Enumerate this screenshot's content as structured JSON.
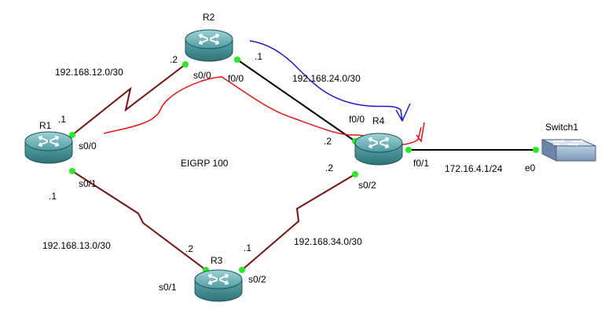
{
  "diagram": {
    "routers": [
      {
        "id": "R1",
        "label": "R1"
      },
      {
        "id": "R2",
        "label": "R2"
      },
      {
        "id": "R3",
        "label": "R3"
      },
      {
        "id": "R4",
        "label": "R4"
      }
    ],
    "switch": {
      "label": "Switch1"
    },
    "protocol_label": "EIGRP 100",
    "networks": {
      "r1_r2": "192.168.12.0/30",
      "r1_r3": "192.168.13.0/30",
      "r2_r4": "192.168.24.0/30",
      "r3_r4": "192.168.34.0/30",
      "r4_lan": "172.16.4.1/24"
    },
    "host_ids": {
      "r1_to_r2": ".1",
      "r1_to_r3": ".1",
      "r2_to_r1": ".2",
      "r2_to_r4": ".1",
      "r3_to_r1": ".2",
      "r3_to_r4": ".1",
      "r4_to_r2": ".2",
      "r4_to_r3": ".2"
    },
    "interfaces": {
      "r1_s00": "s0/0",
      "r1_s01": "s0/1",
      "r2_s00": "s0/0",
      "r2_f00": "f0/0",
      "r3_s01": "s0/1",
      "r3_s02": "s0/2",
      "r4_f00": "f0/0",
      "r4_f01": "f0/1",
      "r4_s02": "s0/2",
      "sw_e0": "e0"
    },
    "colors": {
      "serial_link": "#7a1010",
      "ethernet_link": "#000000",
      "port_dot": "#22ee22",
      "red_annotation": "#ee1111",
      "blue_annotation": "#1a1ad6",
      "router_body": "#3f8f95"
    }
  }
}
